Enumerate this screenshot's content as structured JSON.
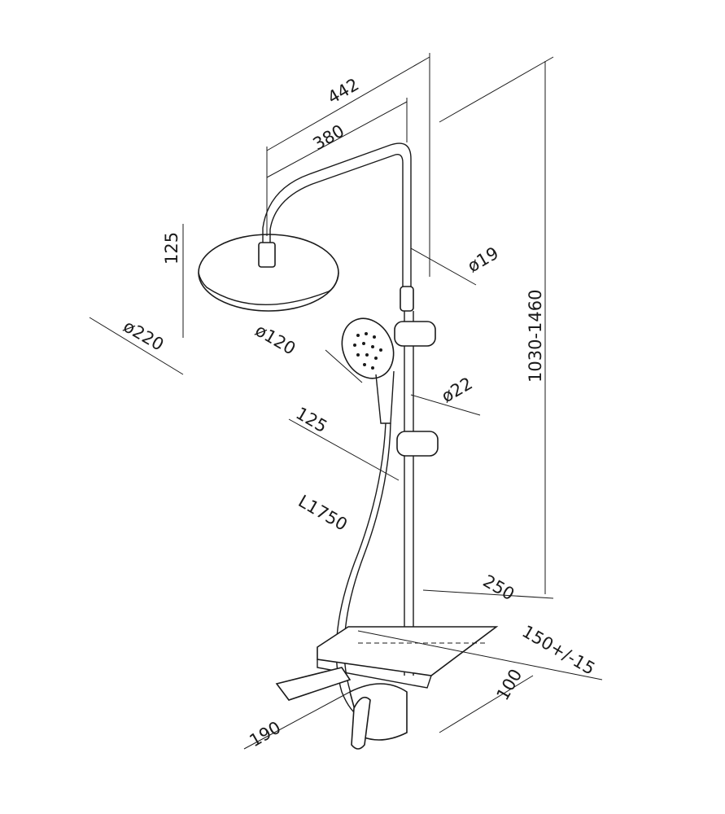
{
  "title": "Shower system dimension drawing",
  "dimensions": {
    "arm_reach_total": "442",
    "arm_reach_head": "380",
    "head_drop": "125",
    "rail_diameter": "ø19",
    "head_diameter": "ø220",
    "hand_shower_diameter": "ø120",
    "holder_diameter": "ø22",
    "hand_shower_offset": "125",
    "hose_length": "L1750",
    "height_range": "1030-1460",
    "shelf_depth": "250",
    "inlet_spacing": "150+/-15",
    "mixer_depth": "100",
    "spout_length": "190"
  },
  "colors": {
    "line": "#1a1a1a",
    "background": "#ffffff"
  }
}
